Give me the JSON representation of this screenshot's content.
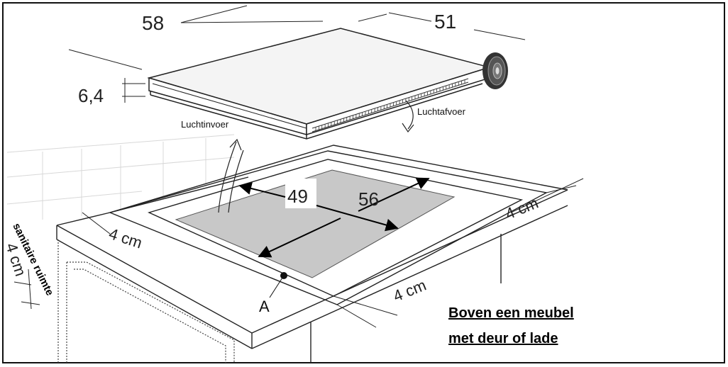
{
  "dimensions": {
    "width_top": "58",
    "depth_top": "51",
    "thickness": "6,4",
    "cutout_width": "56",
    "cutout_depth": "49",
    "clearance_front": "4 cm",
    "clearance_left": "4 cm",
    "clearance_right": "4 cm",
    "clearance_side": "4 cm"
  },
  "labels": {
    "air_intake": "Luchtinvoer",
    "air_exhaust": "Luchtafvoer",
    "point_a": "A",
    "sanitary_space": "sanitaire ruimte"
  },
  "caption": {
    "line1": "Boven een meubel",
    "line2": "met deur of lade"
  }
}
